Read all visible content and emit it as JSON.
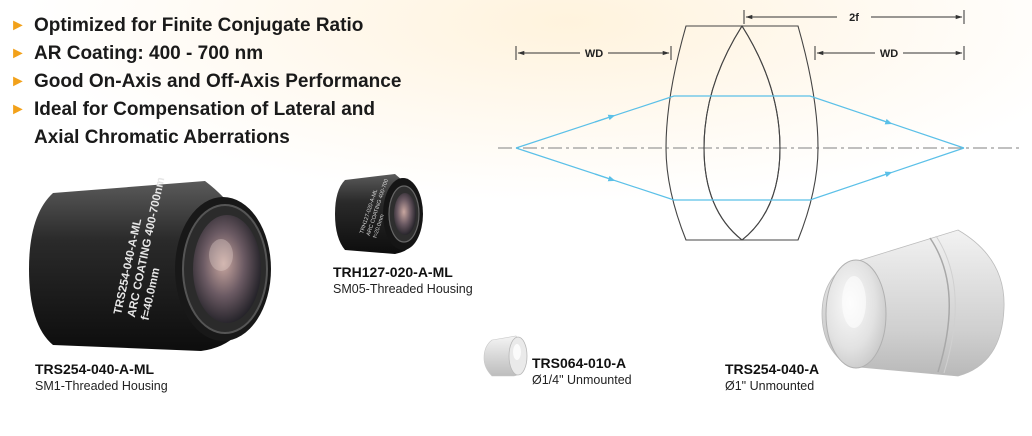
{
  "features": [
    {
      "text": "Optimized for Finite Conjugate Ratio"
    },
    {
      "text": "AR Coating: 400 - 700 nm"
    },
    {
      "text": "Good On-Axis and Off-Axis Performance"
    },
    {
      "text": "Ideal for Compensation of Lateral and",
      "continuation": "Axial Chromatic Aberrations"
    }
  ],
  "diagram": {
    "dim_2f": "2f",
    "dim_wd_left": "WD",
    "dim_wd_right": "WD",
    "ray_color": "#5bc0e8",
    "axis_color": "#9a9a9a"
  },
  "products": {
    "trs254_040_a_ml": {
      "part": "TRS254-040-A-ML",
      "desc": "SM1-Threaded Housing",
      "engraving": [
        "TRS254-040-A-ML",
        "ARC COATING 400-700nm",
        "f=40.0mm"
      ]
    },
    "trh127_020_a_ml": {
      "part": "TRH127-020-A-ML",
      "desc": "SM05-Threaded Housing",
      "engraving": [
        "TRH127-020-A-ML",
        "ARC COATING 400-700",
        "f=20.0mm"
      ]
    },
    "trs064_010_a": {
      "part": "TRS064-010-A",
      "desc": "Ø1/4\" Unmounted"
    },
    "trs254_040_a": {
      "part": "TRS254-040-A",
      "desc": "Ø1\" Unmounted"
    }
  }
}
